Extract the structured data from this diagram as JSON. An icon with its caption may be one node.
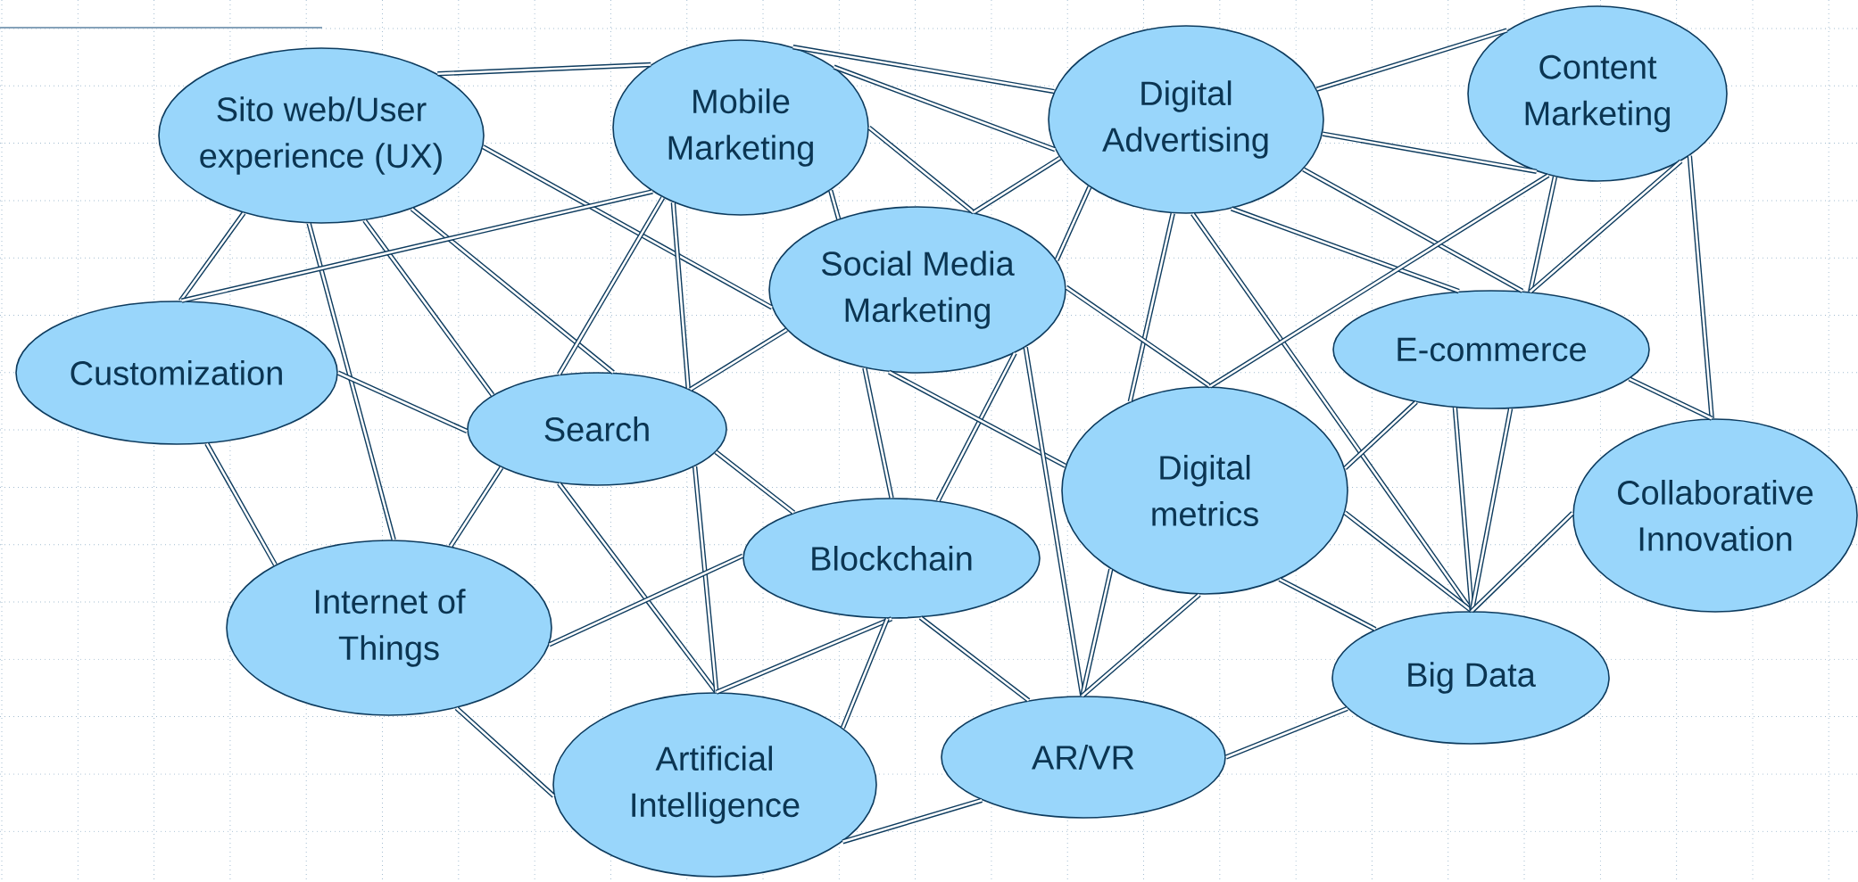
{
  "diagram": {
    "nodes": [
      {
        "text": [
          "Sito web/User experience (UX)"
        ]
      },
      {
        "text": [
          "Mobile Marketing"
        ]
      },
      {
        "text": [
          "Digital Advertising"
        ]
      },
      {
        "text": [
          "Content Marketing"
        ]
      },
      {
        "text": [
          "Social Media Marketing"
        ]
      },
      {
        "text": [
          "Customization"
        ]
      },
      {
        "text": [
          "E-commerce"
        ]
      },
      {
        "text": [
          "Search"
        ]
      },
      {
        "text": [
          "Digital metrics"
        ]
      },
      {
        "text": [
          "Collaborative Innovation"
        ]
      },
      {
        "text": [
          "Blockchain"
        ]
      },
      {
        "text": [
          "Internet of Things"
        ]
      },
      {
        "text": [
          "Big Data"
        ]
      },
      {
        "text": [
          "AR/VR"
        ]
      },
      {
        "text": [
          "Artificial Intelligence"
        ]
      }
    ],
    "edges": [
      {
        "from": 0,
        "to": 1,
        "arrow": "none"
      },
      {
        "from": 0,
        "to": 5,
        "arrow": "none"
      },
      {
        "from": 0,
        "to": 11,
        "arrow": "none"
      },
      {
        "from": 0,
        "to": 7,
        "arrow": "none"
      },
      {
        "from": 0,
        "to": 7,
        "arrow": "none"
      },
      {
        "from": 0,
        "to": 4,
        "arrow": "none"
      },
      {
        "from": 5,
        "to": 1,
        "arrow": "none"
      },
      {
        "from": 5,
        "to": 7,
        "arrow": "none"
      },
      {
        "from": 5,
        "to": 11,
        "arrow": "none"
      },
      {
        "from": 7,
        "to": 1,
        "arrow": "none"
      },
      {
        "from": 7,
        "to": 1,
        "arrow": "none"
      },
      {
        "from": 7,
        "to": 11,
        "arrow": "none"
      },
      {
        "from": 7,
        "to": 4,
        "arrow": "none"
      },
      {
        "from": 7,
        "to": 14,
        "arrow": "none"
      },
      {
        "from": 7,
        "to": 14,
        "arrow": "none"
      },
      {
        "from": 7,
        "to": 10,
        "arrow": "none"
      },
      {
        "from": 11,
        "to": 10,
        "arrow": "none"
      },
      {
        "from": 11,
        "to": 14,
        "arrow": "none"
      },
      {
        "from": 1,
        "to": 4,
        "arrow": "none"
      },
      {
        "from": 1,
        "to": 4,
        "arrow": "none"
      },
      {
        "from": 1,
        "to": 2,
        "arrow": "none"
      },
      {
        "from": 1,
        "to": 2,
        "arrow": "none"
      },
      {
        "from": 2,
        "to": 4,
        "arrow": "none"
      },
      {
        "from": 2,
        "to": 4,
        "arrow": "none"
      },
      {
        "from": 2,
        "to": 3,
        "arrow": "none"
      },
      {
        "from": 2,
        "to": 3,
        "arrow": "none"
      },
      {
        "from": 2,
        "to": 6,
        "arrow": "none"
      },
      {
        "from": 2,
        "to": 6,
        "arrow": "none"
      },
      {
        "from": 2,
        "to": 8,
        "arrow": "none"
      },
      {
        "from": 2,
        "to": 12,
        "arrow": "none"
      },
      {
        "from": 4,
        "to": 8,
        "arrow": "none"
      },
      {
        "from": 3,
        "to": 8,
        "arrow": "none"
      },
      {
        "from": 4,
        "to": 10,
        "arrow": "none"
      },
      {
        "from": 4,
        "to": 10,
        "arrow": "none"
      },
      {
        "from": 4,
        "to": 8,
        "arrow": "none"
      },
      {
        "from": 4,
        "to": 13,
        "arrow": "none"
      },
      {
        "from": 8,
        "to": 13,
        "arrow": "none"
      },
      {
        "from": 8,
        "to": 13,
        "arrow": "none"
      },
      {
        "from": 10,
        "to": 13,
        "arrow": "none"
      },
      {
        "from": 10,
        "to": 14,
        "arrow": "none"
      },
      {
        "from": 10,
        "to": 14,
        "arrow": "none"
      },
      {
        "from": 14,
        "to": 13,
        "arrow": "none"
      },
      {
        "from": 13,
        "to": 12,
        "arrow": "none"
      },
      {
        "from": 8,
        "to": 12,
        "arrow": "none"
      },
      {
        "from": 8,
        "to": 12,
        "arrow": "none"
      },
      {
        "from": 6,
        "to": 12,
        "arrow": "none"
      },
      {
        "from": 6,
        "to": 12,
        "arrow": "none"
      },
      {
        "from": 6,
        "to": 8,
        "arrow": "none"
      },
      {
        "from": 3,
        "to": 6,
        "arrow": "none"
      },
      {
        "from": 3,
        "to": 6,
        "arrow": "none"
      },
      {
        "from": 3,
        "to": 9,
        "arrow": "none"
      },
      {
        "from": 6,
        "to": 9,
        "arrow": "none"
      },
      {
        "from": 9,
        "to": 12,
        "arrow": "none"
      }
    ]
  }
}
